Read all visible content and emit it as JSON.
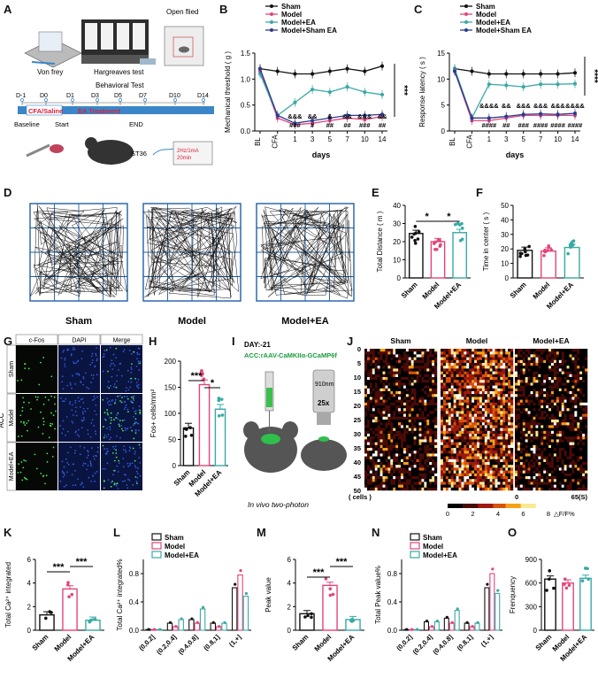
{
  "panel_letters": [
    "A",
    "B",
    "C",
    "D",
    "E",
    "F",
    "G",
    "H",
    "I",
    "J",
    "K",
    "L",
    "M",
    "N",
    "O"
  ],
  "colors": {
    "sham": "#111111",
    "model": "#e4447c",
    "ea": "#39a9a4",
    "sham_ea": "#2b3b8f",
    "timeline": "#3a86c8",
    "maze": "#1f5fa8",
    "green": "#1a9c3c"
  },
  "panelA": {
    "tests": [
      "Von frey",
      "Hargreaves test",
      "Open flied"
    ],
    "behavioral_test": "Behavioral Test",
    "days": [
      "D-1",
      "D0",
      "D1",
      "D3",
      "D5",
      "D7",
      "D10",
      "D14"
    ],
    "cfa": "CFA/Saline",
    "ea": "EA Treatment",
    "baseline": "Baseline",
    "start": "Start",
    "end": "END",
    "st36": "ST36",
    "stim": [
      "2Hz/1mA",
      "20min"
    ]
  },
  "panelD": {
    "labels": [
      "Sham",
      "Model",
      "Model+EA"
    ]
  },
  "panelG": {
    "headers": [
      "c-Fos",
      "DAPI",
      "Merge"
    ],
    "rows": [
      "Sham",
      "Model",
      "Model+EA"
    ],
    "region": "ACC"
  },
  "panelI": {
    "day": "DAY:-21",
    "virus": "ACC:rAAV-CaMKIIα-GCaMP6f",
    "laser": "910nm",
    "objective": "25x",
    "caption_italic": "In vivo",
    "caption_rest": " two-photon"
  },
  "panelJ": {
    "titles": [
      "Sham",
      "Model",
      "Model+EA"
    ],
    "yticks": [
      "0",
      "5",
      "10",
      "15",
      "20",
      "25",
      "30",
      "35",
      "40",
      "45",
      "50"
    ],
    "cells_label": "( cells )",
    "x_start": "0",
    "x_end": "65(S)",
    "cb_ticks": [
      "0",
      "2",
      "4",
      "6",
      "8"
    ],
    "cb_label": "△F/F%"
  },
  "chart_data": [
    {
      "panel": "B",
      "type": "line",
      "x_ticks": [
        "BL",
        "CFA",
        "1",
        "3",
        "5",
        "7",
        "10",
        "14"
      ],
      "xlabel": "days",
      "ylabel": "Mechanical threshold ( g )",
      "ylim": [
        0,
        1.5
      ],
      "yticks": [
        "0.0",
        "0.5",
        "1.0",
        "1.5"
      ],
      "series": [
        {
          "name": "Sham",
          "values": [
            1.2,
            1.15,
            1.1,
            1.1,
            1.15,
            1.2,
            1.15,
            1.25
          ]
        },
        {
          "name": "Model",
          "values": [
            1.15,
            0.25,
            0.12,
            0.15,
            0.2,
            0.25,
            0.22,
            0.28
          ]
        },
        {
          "name": "Model+EA",
          "values": [
            1.1,
            0.3,
            0.55,
            0.8,
            0.75,
            0.85,
            0.75,
            0.7
          ]
        },
        {
          "name": "Model+Sham EA",
          "values": [
            1.2,
            0.3,
            0.15,
            0.2,
            0.25,
            0.3,
            0.3,
            0.32
          ]
        }
      ],
      "annotations": [
        "&&&",
        "&&",
        "&",
        "&&",
        "&&&",
        "&&",
        "###",
        "#",
        "##",
        "##",
        "###",
        "##",
        "***"
      ]
    },
    {
      "panel": "C",
      "type": "line",
      "x_ticks": [
        "BL",
        "CFA",
        "1",
        "3",
        "5",
        "7",
        "10",
        "14"
      ],
      "xlabel": "days",
      "ylabel": "Response latency ( s )",
      "ylim": [
        0,
        15
      ],
      "yticks": [
        "0",
        "5",
        "10",
        "15"
      ],
      "series": [
        {
          "name": "Sham",
          "values": [
            12,
            11.5,
            11,
            11,
            11,
            11,
            11,
            11.2
          ]
        },
        {
          "name": "Model",
          "values": [
            11.5,
            2,
            2,
            2.5,
            3,
            3,
            3,
            3
          ]
        },
        {
          "name": "Model+EA",
          "values": [
            12,
            2.5,
            9,
            8.8,
            8.5,
            9,
            9,
            9.1
          ]
        },
        {
          "name": "Model+Sham EA",
          "values": [
            11.5,
            2.5,
            2.5,
            2.8,
            3.2,
            3.3,
            3.2,
            3.4
          ]
        }
      ],
      "annotations": [
        "&&&&",
        "&&",
        "&&&",
        "&&&",
        "&&&",
        "&&&&",
        "####",
        "##",
        "###",
        "####",
        "####",
        "####",
        "****"
      ]
    },
    {
      "panel": "E",
      "type": "bar",
      "categories": [
        "Sham",
        "Model",
        "Model+EA"
      ],
      "values": [
        24.5,
        20,
        25
      ],
      "ylabel": "Total Distance ( m )",
      "ylim": [
        0,
        40
      ],
      "yticks": [
        "0",
        "10",
        "20",
        "30",
        "40"
      ],
      "sig": [
        "*",
        "*"
      ]
    },
    {
      "panel": "F",
      "type": "bar",
      "categories": [
        "Sham",
        "Model",
        "Model+EA"
      ],
      "values": [
        19,
        18.5,
        21
      ],
      "ylabel": "Time in center ( s )",
      "ylim": [
        0,
        50
      ],
      "yticks": [
        "0",
        "10",
        "20",
        "30",
        "40",
        "50"
      ]
    },
    {
      "panel": "H",
      "type": "bar",
      "categories": [
        "Sham",
        "Model",
        "Model+EA"
      ],
      "values": [
        72,
        155,
        108
      ],
      "ylabel": "Fos+ cells/mm²",
      "ylim": [
        0,
        200
      ],
      "yticks": [
        "0",
        "50",
        "100",
        "150",
        "200"
      ],
      "sig": [
        "***",
        "*"
      ]
    },
    {
      "panel": "K",
      "type": "bar",
      "categories": [
        "Sham",
        "Model",
        "Model+EA"
      ],
      "values": [
        1.3,
        3.5,
        0.85
      ],
      "ylabel": "Total Ca²⁺ integrated",
      "ylim": [
        0,
        6
      ],
      "yticks": [
        "0",
        "2",
        "4",
        "6"
      ],
      "sig": [
        "***",
        "***"
      ]
    },
    {
      "panel": "L",
      "type": "bar",
      "categories": [
        "(0,0.2]",
        "(0.2,0.4]",
        "(0.4,0.8]",
        "(0.8,1]",
        "(1,+]"
      ],
      "ylabel": "Total Ca²⁺ integrated%",
      "ylim": [
        0,
        1.0
      ],
      "yticks": [
        "0.0",
        "0.4",
        "0.8"
      ],
      "series": [
        {
          "name": "Sham",
          "values": [
            0.01,
            0.1,
            0.15,
            0.1,
            0.6
          ]
        },
        {
          "name": "Model",
          "values": [
            0.01,
            0.05,
            0.1,
            0.05,
            0.78
          ]
        },
        {
          "name": "Model+EA",
          "values": [
            0.01,
            0.15,
            0.3,
            0.1,
            0.48
          ]
        }
      ]
    },
    {
      "panel": "M",
      "type": "bar",
      "categories": [
        "Sham",
        "Model",
        "Model+EA"
      ],
      "values": [
        1.4,
        3.8,
        0.9
      ],
      "ylabel": "Peak value",
      "ylim": [
        0,
        6
      ],
      "yticks": [
        "0",
        "2",
        "4",
        "6"
      ],
      "sig": [
        "***",
        "***"
      ]
    },
    {
      "panel": "N",
      "type": "bar",
      "categories": [
        "(0,0.2]",
        "(0.2,0.4]",
        "(0.4,0.8]",
        "(0.8,1]",
        "(1,+]"
      ],
      "ylabel": "Total Peak value%",
      "ylim": [
        0,
        1.0
      ],
      "yticks": [
        "0.0",
        "0.4",
        "0.8"
      ],
      "series": [
        {
          "name": "Sham",
          "values": [
            0.01,
            0.12,
            0.17,
            0.1,
            0.6
          ]
        },
        {
          "name": "Model",
          "values": [
            0.01,
            0.05,
            0.1,
            0.05,
            0.8
          ]
        },
        {
          "name": "Model+EA",
          "values": [
            0.01,
            0.12,
            0.28,
            0.1,
            0.52
          ]
        }
      ]
    },
    {
      "panel": "O",
      "type": "bar",
      "categories": [
        "Sham",
        "Model",
        "Model+EA"
      ],
      "values": [
        650,
        600,
        660
      ],
      "ylabel": "Frenquency",
      "ylim": [
        0,
        900
      ],
      "yticks": [
        "0",
        "300",
        "600",
        "900"
      ]
    }
  ]
}
